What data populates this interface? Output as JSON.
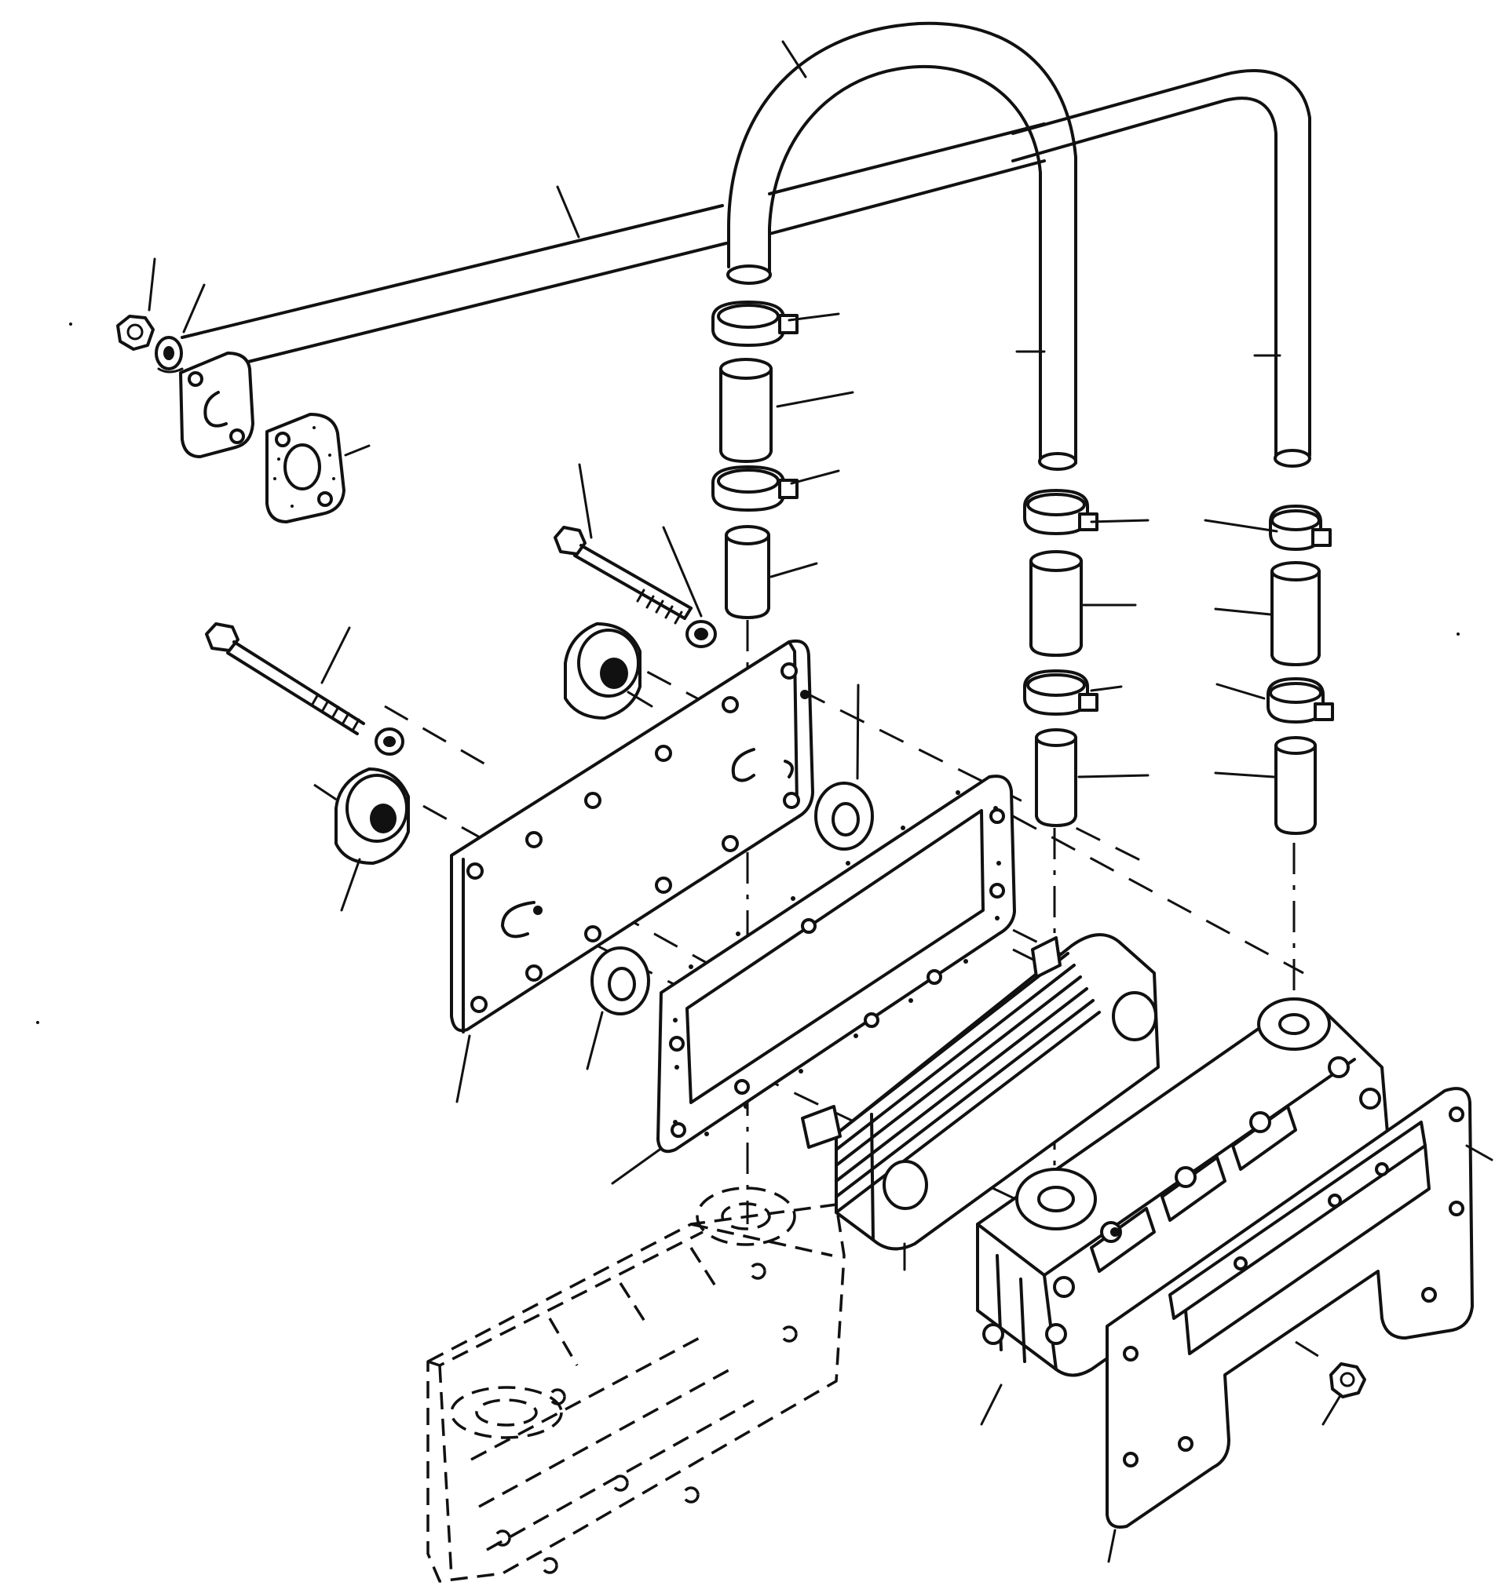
{
  "diagram": {
    "style": "exploded-view line drawing",
    "ink_color": "#111111",
    "background_color": "#ffffff",
    "leader_count": 33,
    "parts": [
      "coolant-tube-large-loop",
      "coolant-tube-rear-loop",
      "bypass-pipe",
      "pipe-flange",
      "flange-gasket",
      "flange-nut",
      "flange-lock-washer",
      "hose-clamp",
      "hose-segment",
      "long-bolt",
      "lock-washer",
      "spacer-boss",
      "sealing-ring",
      "cover-plate",
      "cover-gasket",
      "oil-cooler-core",
      "cooler-housing",
      "housing-gasket",
      "drain-plug",
      "engine-block-phantom"
    ]
  }
}
